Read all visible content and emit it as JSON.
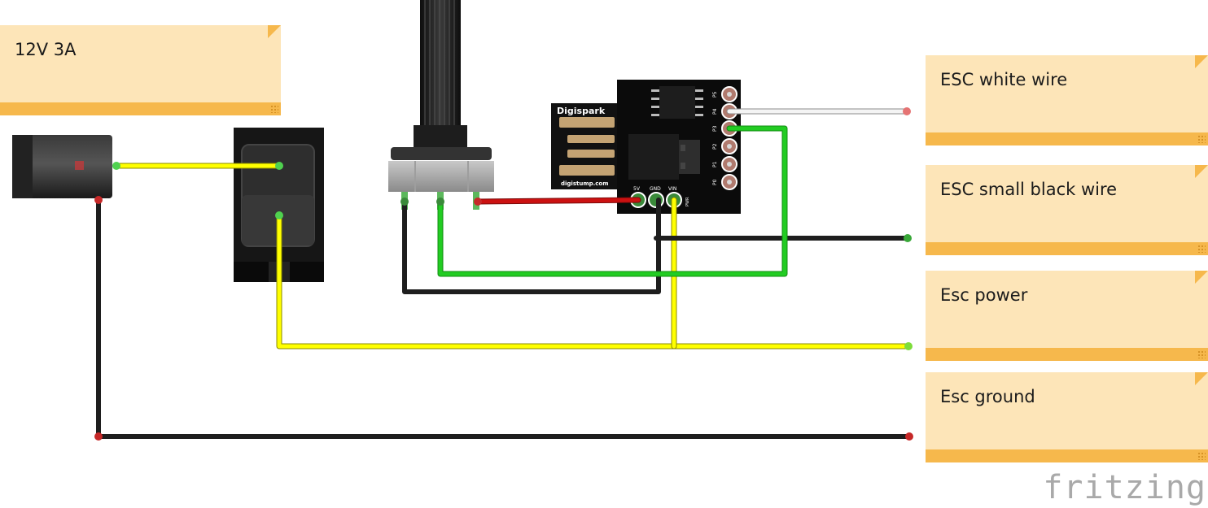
{
  "notes": {
    "power_supply": "12V 3A",
    "esc_white": "ESC white wire",
    "esc_black": "ESC small black wire",
    "esc_power": "Esc power",
    "esc_ground": "Esc ground"
  },
  "board": {
    "name": "Digispark",
    "url": "digistump.com",
    "pins_right": [
      "P5",
      "P4",
      "P3",
      "P2",
      "P1",
      "P0"
    ],
    "pins_bottom": [
      "5V",
      "GND",
      "VIN"
    ],
    "pwr": "PWR"
  },
  "watermark": "fritzing",
  "colors": {
    "note_bg": "#fde5b8",
    "note_strip": "#f6b84c",
    "wire_yellow": "#ffff00",
    "wire_green": "#22cc22",
    "wire_black": "#1e1e1e",
    "wire_red": "#cc1111",
    "wire_white": "#e8e8e8"
  }
}
